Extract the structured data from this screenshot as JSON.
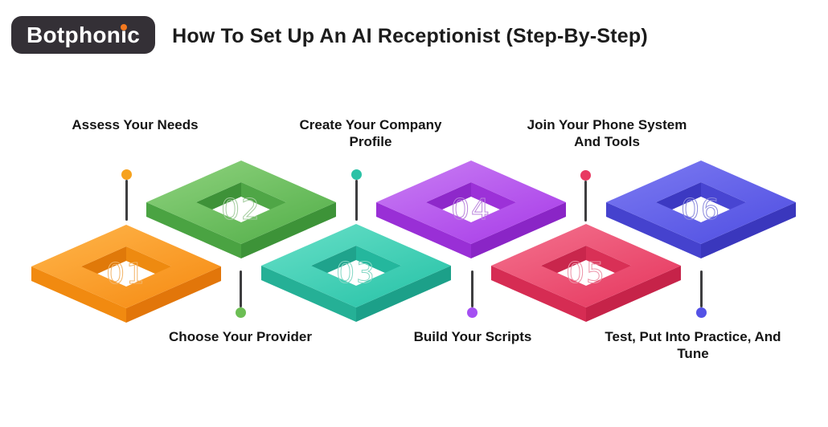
{
  "header": {
    "logo": {
      "part1": "Botphon",
      "part2": "i",
      "part3": "c",
      "bg": "#343036",
      "text_color": "#ffffff",
      "i_dot_color": "#F4791F"
    },
    "title": "How To Set Up An AI Receptionist (Step-By-Step)"
  },
  "steps": [
    {
      "number": "01",
      "label": "Assess Your Needs",
      "label_position": "top",
      "colors": {
        "light": "#FFB64C",
        "main": "#F68C14",
        "side": "#F18A10",
        "side_dark": "#E2760A",
        "wall": "#EE8A10",
        "wall_dark": "#E07909",
        "number": "#F2B56A",
        "dot": "#F6A21E"
      }
    },
    {
      "number": "02",
      "label": "Choose Your Provider",
      "label_position": "bottom",
      "colors": {
        "light": "#90D37F",
        "main": "#55B04B",
        "side": "#4AA342",
        "side_dark": "#3D9338",
        "wall": "#4FA646",
        "wall_dark": "#3E9238",
        "number": "#A5CDA0",
        "dot": "#6CBE54"
      }
    },
    {
      "number": "03",
      "label": "Create Your Company Profile",
      "label_position": "top",
      "colors": {
        "light": "#69E0C8",
        "main": "#29C3A8",
        "side": "#25B096",
        "side_dark": "#1CA089",
        "wall": "#24B79D",
        "wall_dark": "#1FA38C",
        "number": "#86D8C6",
        "dot": "#2BC2A6"
      }
    },
    {
      "number": "04",
      "label": "Build Your Scripts",
      "label_position": "bottom",
      "colors": {
        "light": "#C97FF4",
        "main": "#A93EE8",
        "side": "#992FD6",
        "side_dark": "#8A25C6",
        "wall": "#9C31D8",
        "wall_dark": "#8E28CA",
        "number": "#BB86DD",
        "dot": "#A44FF2"
      }
    },
    {
      "number": "05",
      "label": "Join Your Phone System And Tools",
      "label_position": "top",
      "colors": {
        "light": "#F4738F",
        "main": "#E63960",
        "side": "#D62C53",
        "side_dark": "#C62349",
        "wall": "#D93056",
        "wall_dark": "#C9264C",
        "number": "#ED93A8",
        "dot": "#E83A62"
      }
    },
    {
      "number": "06",
      "label": "Test, Put Into Practice, And Tune",
      "label_position": "bottom",
      "colors": {
        "light": "#7D7BF2",
        "main": "#5150E2",
        "side": "#4542CE",
        "side_dark": "#3A37BD",
        "wall": "#4845D2",
        "wall_dark": "#3C39C2",
        "number": "#8C8BDD",
        "dot": "#5452E6"
      }
    }
  ],
  "connector": {
    "line_color": "#3E3E40"
  }
}
